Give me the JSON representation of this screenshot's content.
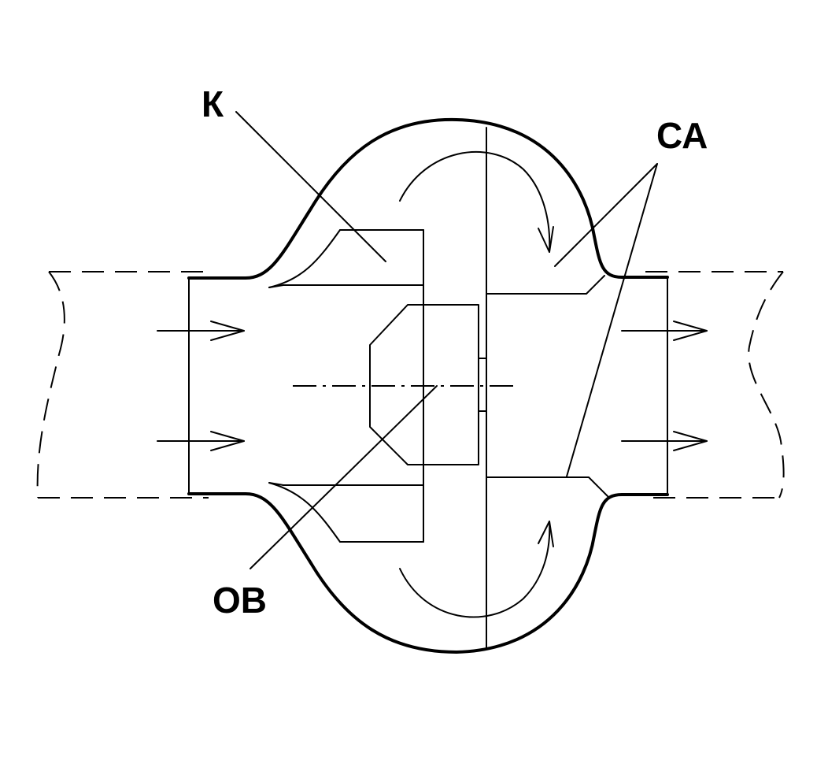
{
  "labels": {
    "k": "К",
    "ca": "СА",
    "ob": "ОВ"
  },
  "colors": {
    "stroke": "#000000",
    "background": "#ffffff"
  }
}
